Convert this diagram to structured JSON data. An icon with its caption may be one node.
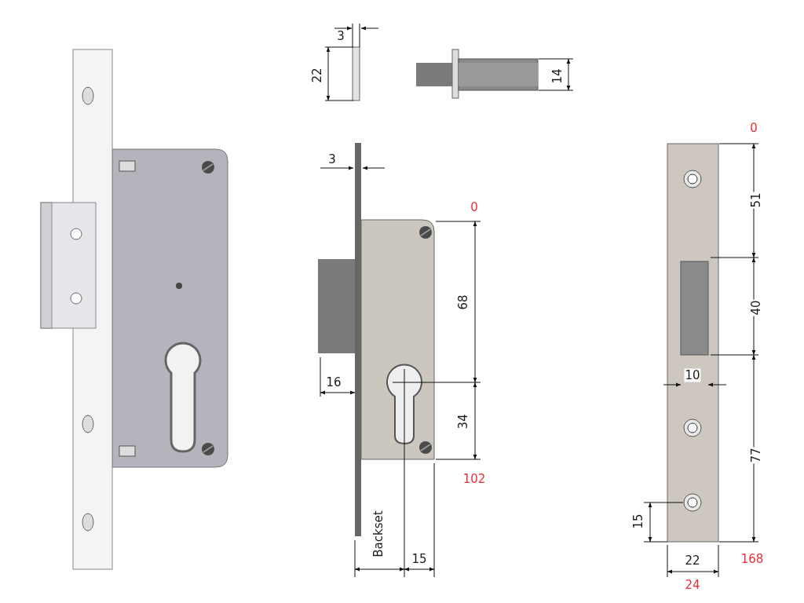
{
  "diagram": {
    "labels": [
      "3",
      "22",
      "14",
      "0",
      "3",
      "51",
      "0",
      "68",
      "40",
      "10",
      "16",
      "34",
      "77",
      "102",
      "15",
      "Backset",
      "15",
      "22",
      "168",
      "24"
    ]
  }
}
